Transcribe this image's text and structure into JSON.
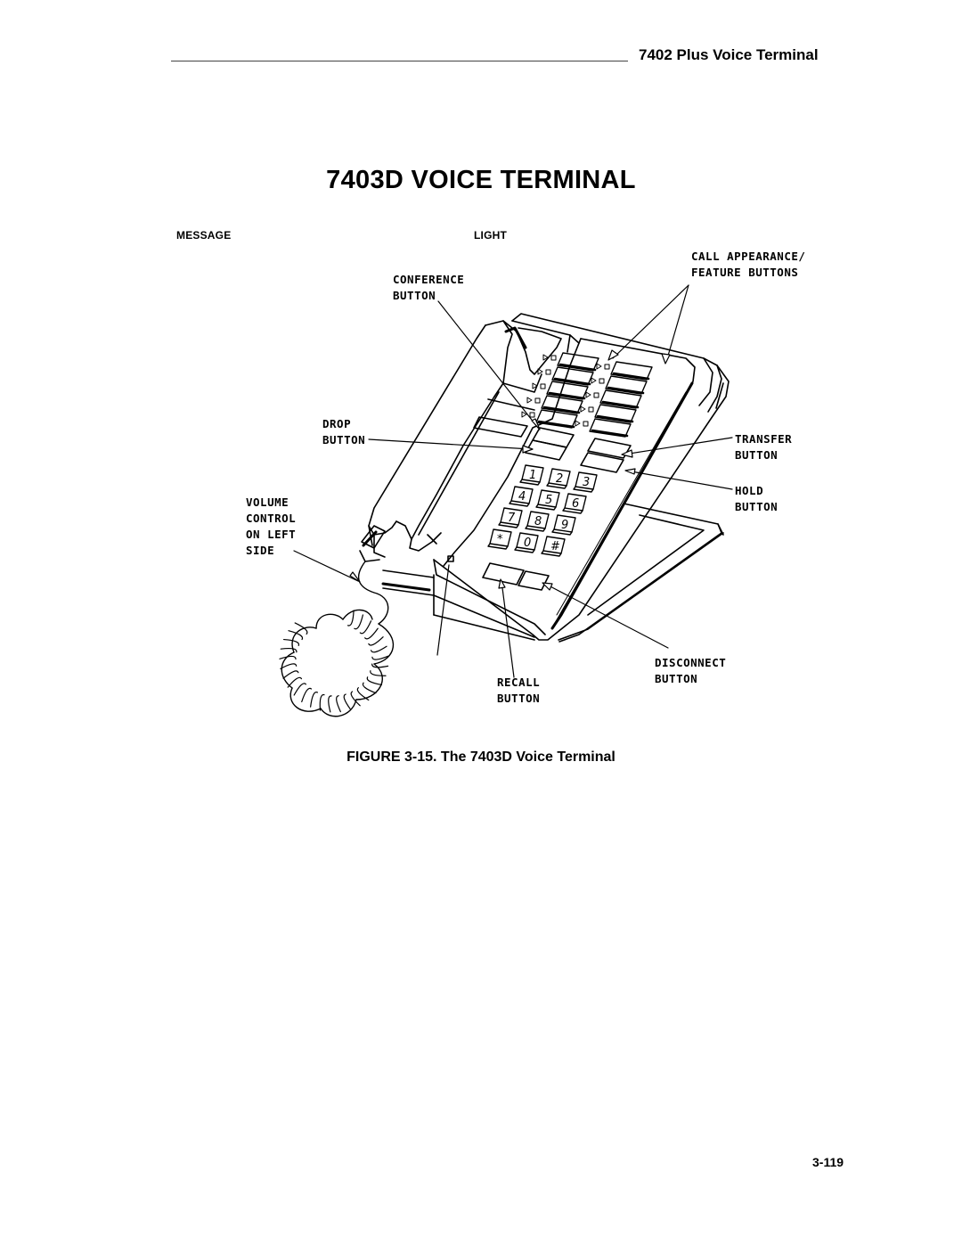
{
  "header": {
    "running_title": "7402 Plus Voice Terminal"
  },
  "page_title": "7403D VOICE TERMINAL",
  "figure": {
    "top_labels": {
      "message": "MESSAGE",
      "light": "LIGHT"
    },
    "callouts": {
      "call_appearance_line1": "CALL APPEARANCE/",
      "call_appearance_line2": "FEATURE BUTTONS",
      "conference_line1": "CONFERENCE",
      "conference_line2": "BUTTON",
      "drop_line1": "DROP",
      "drop_line2": "BUTTON",
      "transfer_line1": "TRANSFER",
      "transfer_line2": "BUTTON",
      "hold_line1": "HOLD",
      "hold_line2": "BUTTON",
      "volume_line1": "VOLUME",
      "volume_line2": "CONTROL",
      "volume_line3": "ON LEFT",
      "volume_line4": "SIDE",
      "disconnect_line1": "DISCONNECT",
      "disconnect_line2": "BUTTON",
      "recall_line1": "RECALL",
      "recall_line2": "BUTTON"
    },
    "keypad": [
      "1",
      "2",
      "3",
      "4",
      "5",
      "6",
      "7",
      "8",
      "9",
      "*",
      "0",
      "#"
    ],
    "caption": "FIGURE 3-15.  The 7403D Voice Terminal"
  },
  "footer": {
    "page_number": "3-119"
  }
}
